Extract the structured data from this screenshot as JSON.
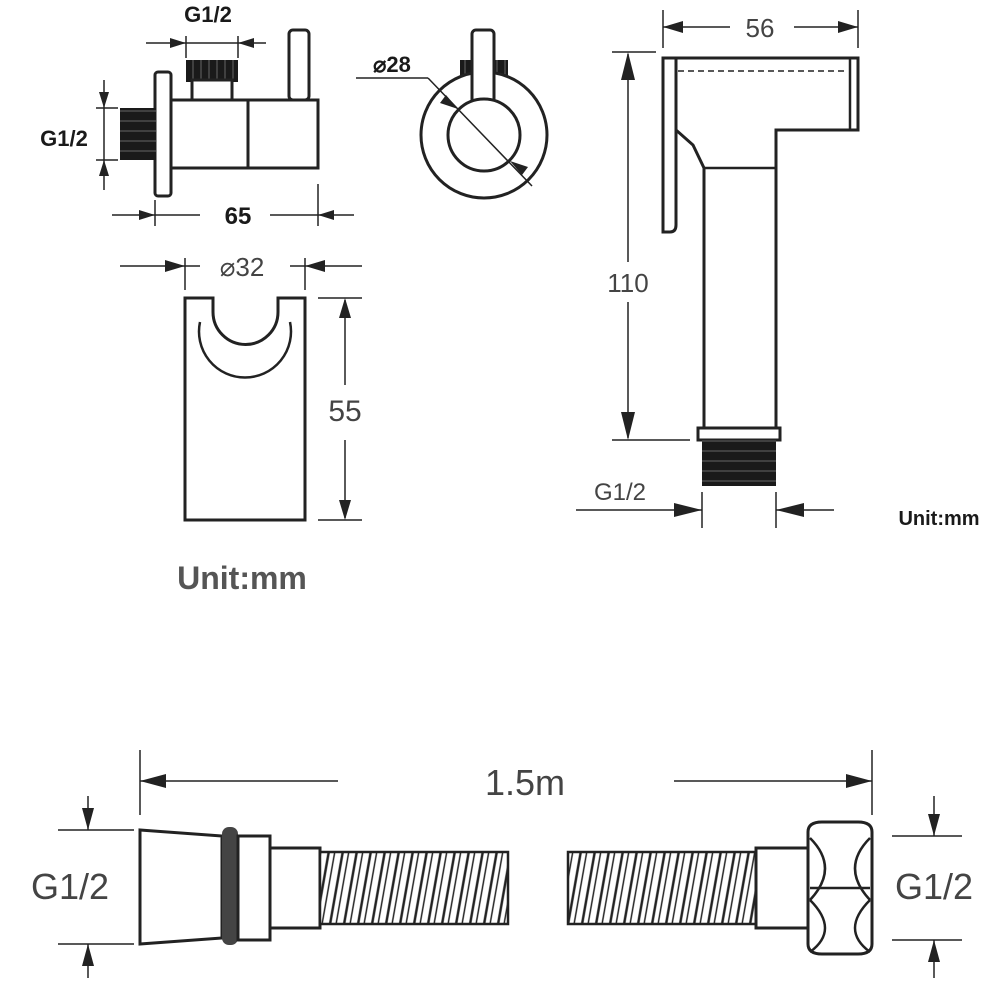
{
  "valve": {
    "top_thread_label": "G1/2",
    "side_thread_label": "G1/2",
    "length_label": "65",
    "diameter_label": "⌀28"
  },
  "holder": {
    "width_label": "⌀32",
    "height_label": "55",
    "unit_label": "Unit:mm"
  },
  "sprayer": {
    "width_label": "56",
    "height_label": "110",
    "thread_label": "G1/2",
    "unit_label": "Unit:mm"
  },
  "hose": {
    "length_label": "1.5m",
    "left_thread_label": "G1/2",
    "right_thread_label": "G1/2"
  },
  "colors": {
    "line": "#222222",
    "thread": "#1a1a1a",
    "unit_text": "#555555"
  }
}
